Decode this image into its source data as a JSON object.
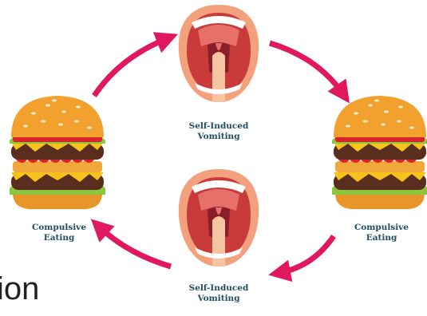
{
  "diagram": {
    "nodes": [
      {
        "id": "vomit-top",
        "kind": "mouth",
        "label_line1": "Self-Induced",
        "label_line2": "Vomiting"
      },
      {
        "id": "eat-right",
        "kind": "burger",
        "label_line1": "Compulsive",
        "label_line2": "Eating"
      },
      {
        "id": "vomit-bottom",
        "kind": "mouth",
        "label_line1": "Self-Induced",
        "label_line2": "Vomiting"
      },
      {
        "id": "eat-left",
        "kind": "burger",
        "label_line1": "Compulsive",
        "label_line2": "Eating"
      }
    ],
    "edges": [
      {
        "from": "eat-left",
        "to": "vomit-top"
      },
      {
        "from": "vomit-top",
        "to": "eat-right"
      },
      {
        "from": "eat-right",
        "to": "vomit-bottom"
      },
      {
        "from": "vomit-bottom",
        "to": "eat-left"
      }
    ],
    "arrow_color": "#e0195f",
    "label_color": "#1f4e5f"
  },
  "caption_fragment": "ion"
}
